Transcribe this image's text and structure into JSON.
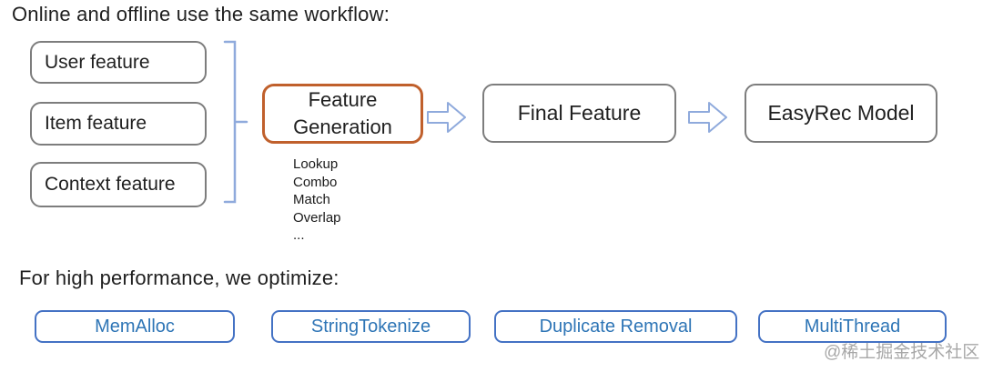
{
  "workflow_section": {
    "title": "Online and offline use the same workflow:",
    "input_boxes": [
      {
        "label": "User feature"
      },
      {
        "label": "Item feature"
      },
      {
        "label": "Context feature"
      }
    ],
    "feature_generation_label": "Feature Generation",
    "operations": [
      "Lookup",
      "Combo",
      "Match",
      "Overlap",
      "..."
    ],
    "final_feature_label": "Final Feature",
    "easyrec_model_label": "EasyRec Model"
  },
  "optimization_section": {
    "title": "For high performance, we optimize:",
    "boxes": [
      {
        "label": "MemAlloc"
      },
      {
        "label": "StringTokenize"
      },
      {
        "label": "Duplicate Removal"
      },
      {
        "label": "MultiThread"
      }
    ]
  },
  "watermark": "@稀土掘金技术社区",
  "colors": {
    "box_border_gray": "#7d7d7d",
    "feature_generation_border_orange": "#c0602c",
    "connector_blue": "#8faadc",
    "optimize_border_blue": "#4472c4",
    "optimize_text_blue": "#2e75b6",
    "text_black": "#1f1f1f",
    "watermark_gray": "#919191"
  }
}
